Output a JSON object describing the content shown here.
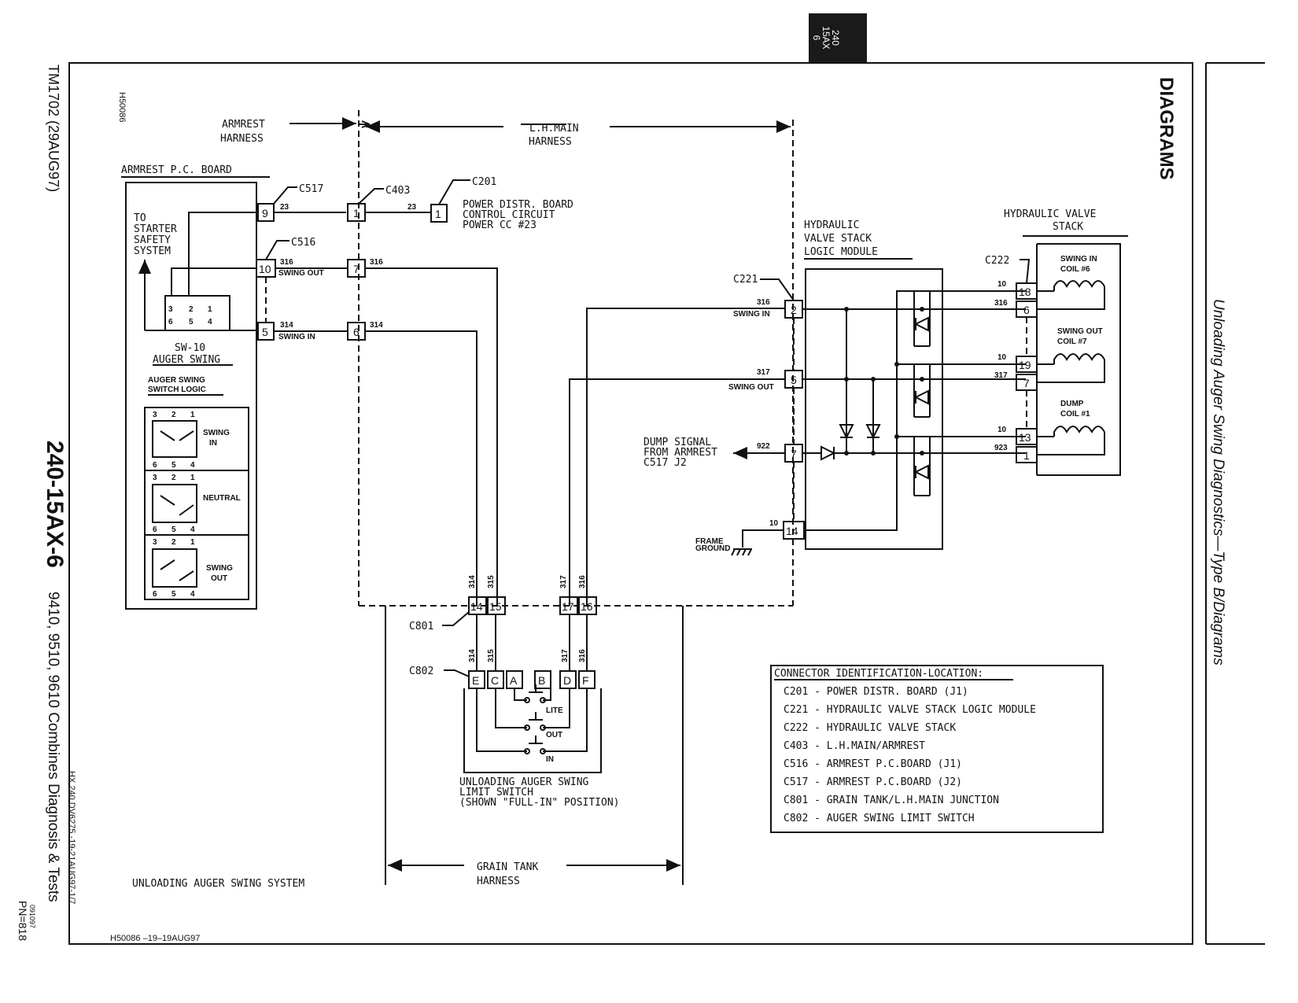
{
  "page": {
    "section_tab": [
      "240",
      "15AX",
      "6"
    ],
    "header": "DIAGRAMS",
    "side_title": "Unloading Auger Swing Diagnostics—Type B/Diagrams",
    "manual_id": "TM1702 (29AUG97)",
    "section_code": "240-15AX-6",
    "book_title": "9410, 9510, 9610 Combines Diagnosis & Tests",
    "date_code": "091097",
    "page_number": "PN=818",
    "doc_ref": "HX,240,DV6275 -19-21AUG97-1/7",
    "figure_code": "H50086",
    "figure_caption": "H50086 –19–19AUG97"
  },
  "diagram": {
    "title": "UNLOADING AUGER SWING SYSTEM",
    "harness_armrest": [
      "ARMREST",
      "HARNESS"
    ],
    "harness_lhmain": [
      "L.H.MAIN",
      "HARNESS"
    ],
    "harness_graintank": [
      "GRAIN TANK",
      "HARNESS"
    ],
    "armrest_board": "ARMREST P.C. BOARD",
    "starter_safety": [
      "TO",
      "STARTER",
      "SAFETY",
      "SYSTEM"
    ],
    "sw10": [
      "SW-10",
      "AUGER SWING"
    ],
    "switch_logic_title": [
      "AUGER SWING",
      "SWITCH LOGIC"
    ],
    "switch_states": [
      {
        "label": [
          "SWING",
          "IN"
        ],
        "pins_top": [
          "3",
          "2",
          "1"
        ],
        "pins_bot": [
          "6",
          "5",
          "4"
        ]
      },
      {
        "label": [
          "NEUTRAL"
        ],
        "pins_top": [
          "3",
          "2",
          "1"
        ],
        "pins_bot": [
          "6",
          "5",
          "4"
        ]
      },
      {
        "label": [
          "SWING",
          "OUT"
        ],
        "pins_top": [
          "3",
          "2",
          "1"
        ],
        "pins_bot": [
          "6",
          "5",
          "4"
        ]
      }
    ],
    "sw_pins_top": [
      "3",
      "2",
      "1"
    ],
    "sw_pins_bot": [
      "6",
      "5",
      "4"
    ],
    "connectors": {
      "c517": "C517",
      "c516": "C516",
      "c403": "C403",
      "c201": "C201",
      "c221": "C221",
      "c222": "C222",
      "c801": "C801",
      "c802": "C802"
    },
    "pins": {
      "c517_9": "9",
      "c516_10": "10",
      "c516_5": "5",
      "c403_1": "1",
      "c403_7": "7",
      "c403_6": "6",
      "c201_1": "1",
      "c221_2": "2",
      "c221_5": "5",
      "c221_7": "7",
      "c221_14": "14",
      "c222_18": "18",
      "c222_6": "6",
      "c222_19": "19",
      "c222_7": "7",
      "c222_13": "13",
      "c222_1": "1",
      "c801_14": "14",
      "c801_15": "15",
      "c801_17": "17",
      "c801_16": "16",
      "c802": [
        "E",
        "C",
        "A",
        "B",
        "D",
        "F"
      ]
    },
    "wires": {
      "w23": "23",
      "w316": "316",
      "w314": "314",
      "w317": "317",
      "w922": "922",
      "w10": "10",
      "w923": "923",
      "w315": "315",
      "w10b": "10"
    },
    "signal_labels": {
      "swing_out": "SWING OUT",
      "swing_in": "SWING IN",
      "swing_in_c221": "SWING IN",
      "swing_out_c221": "SWING OUT"
    },
    "power_board": [
      "POWER DISTR. BOARD",
      "CONTROL CIRCUIT",
      "POWER CC #23"
    ],
    "logic_module": [
      "HYDRAULIC",
      "VALVE STACK",
      "LOGIC MODULE"
    ],
    "valve_stack": [
      "HYDRAULIC VALVE",
      "STACK"
    ],
    "coils": [
      [
        "SWING IN",
        "COIL #6"
      ],
      [
        "SWING OUT",
        "COIL #7"
      ],
      [
        "DUMP",
        "COIL #1"
      ]
    ],
    "dump_signal": [
      "DUMP SIGNAL",
      "FROM ARMREST",
      "C517 J2"
    ],
    "frame_ground": [
      "FRAME",
      "GROUND"
    ],
    "limit_switch": [
      "UNLOADING AUGER SWING",
      "LIMIT SWITCH",
      "(SHOWN \"FULL-IN\" POSITION)"
    ],
    "limit_contacts": [
      "LITE",
      "OUT",
      "IN"
    ],
    "legend": {
      "title": "CONNECTOR IDENTIFICATION-LOCATION:",
      "items": [
        "C201 - POWER DISTR. BOARD (J1)",
        "C221 - HYDRAULIC VALVE STACK LOGIC MODULE",
        "C222 - HYDRAULIC VALVE STACK",
        "C403 - L.H.MAIN/ARMREST",
        "C516 - ARMREST P.C.BOARD (J1)",
        "C517 - ARMREST P.C.BOARD (J2)",
        "C801 - GRAIN TANK/L.H.MAIN JUNCTION",
        "C802 - AUGER SWING LIMIT SWITCH"
      ]
    }
  }
}
